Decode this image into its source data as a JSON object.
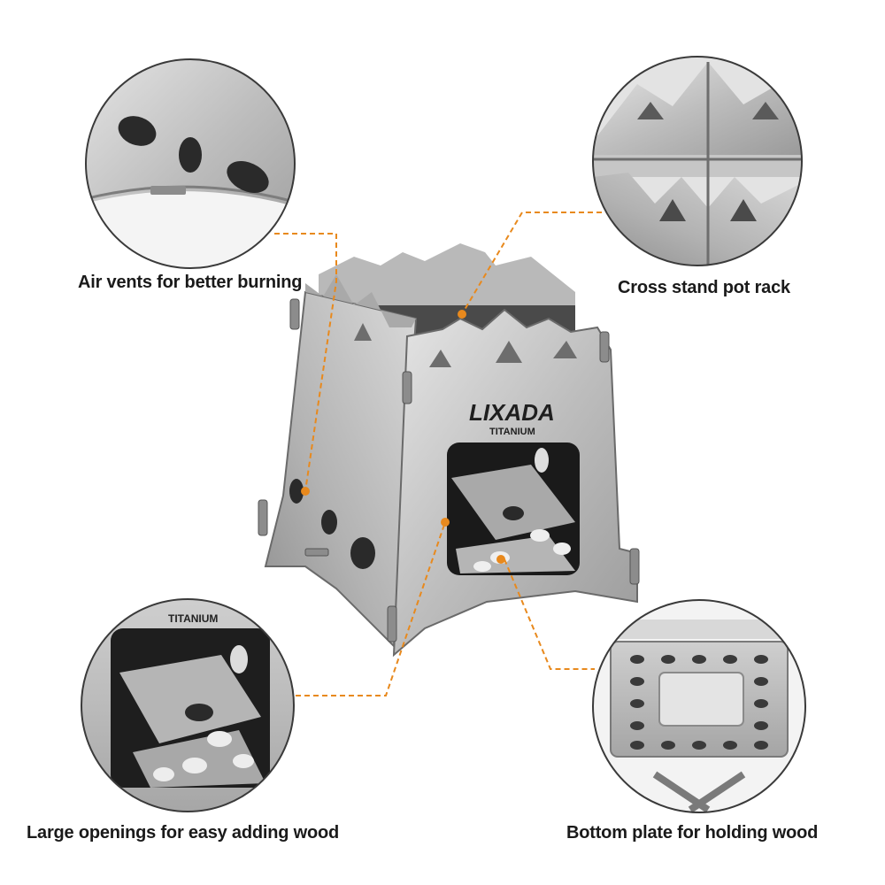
{
  "callouts": [
    {
      "id": "air-vents",
      "label": "Air vents for better burning"
    },
    {
      "id": "cross-stand",
      "label": "Cross stand pot rack"
    },
    {
      "id": "large-openings",
      "label": "Large openings for easy adding wood"
    },
    {
      "id": "bottom-plate",
      "label": "Bottom plate for holding wood"
    }
  ],
  "product": {
    "brand": "LIXADA",
    "material": "TITANIUM"
  },
  "colors": {
    "leader_line": "#e8891d",
    "circle_border": "#3a3a3a",
    "metal_light": "#d4d4d4",
    "metal_dark": "#8a8a8a"
  }
}
